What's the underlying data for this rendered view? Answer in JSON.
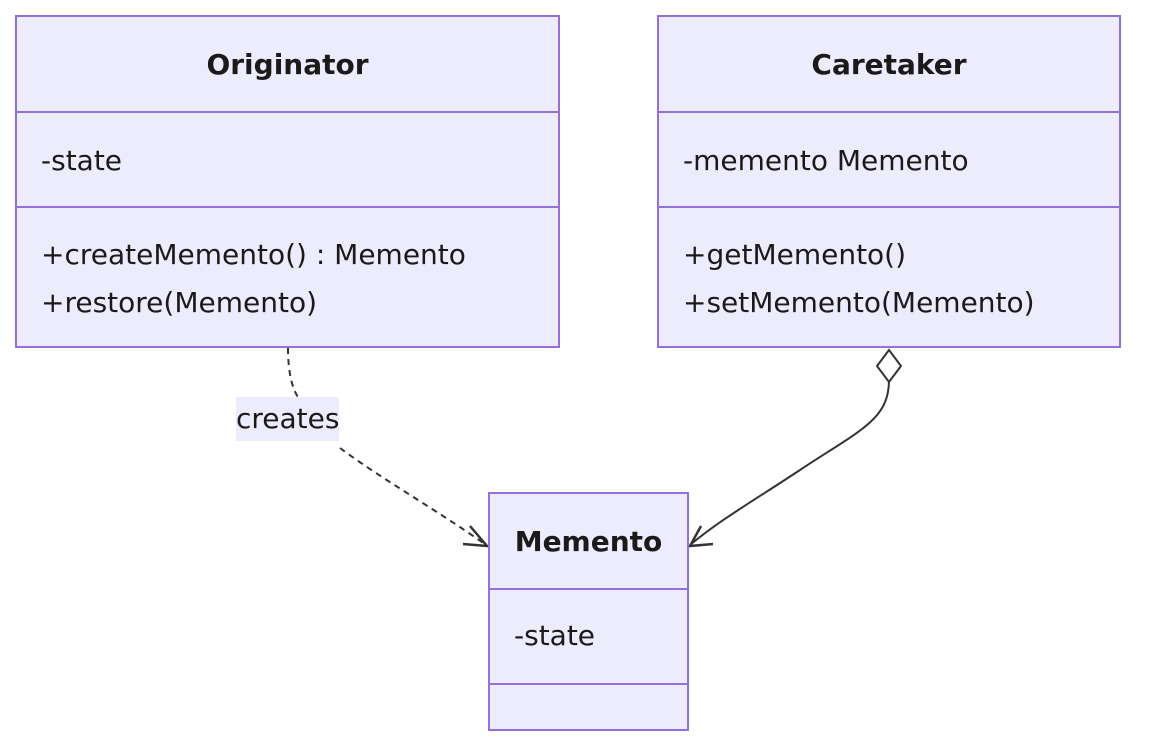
{
  "classes": {
    "originator": {
      "name": "Originator",
      "attributes": [
        "-state"
      ],
      "methods": [
        "+createMemento() : Memento",
        "+restore(Memento)"
      ]
    },
    "caretaker": {
      "name": "Caretaker",
      "attributes": [
        "-memento Memento"
      ],
      "methods": [
        "+getMemento()",
        "+setMemento(Memento)"
      ]
    },
    "memento": {
      "name": "Memento",
      "attributes": [
        "-state"
      ],
      "methods": []
    }
  },
  "relations": [
    {
      "from": "Originator",
      "to": "Memento",
      "type": "dependency",
      "label": "creates"
    },
    {
      "from": "Caretaker",
      "to": "Memento",
      "type": "aggregation",
      "label": ""
    }
  ],
  "colors": {
    "fill": "#ececfd",
    "border": "#9370db",
    "edge": "#333333",
    "text": "#1a1a1a"
  }
}
